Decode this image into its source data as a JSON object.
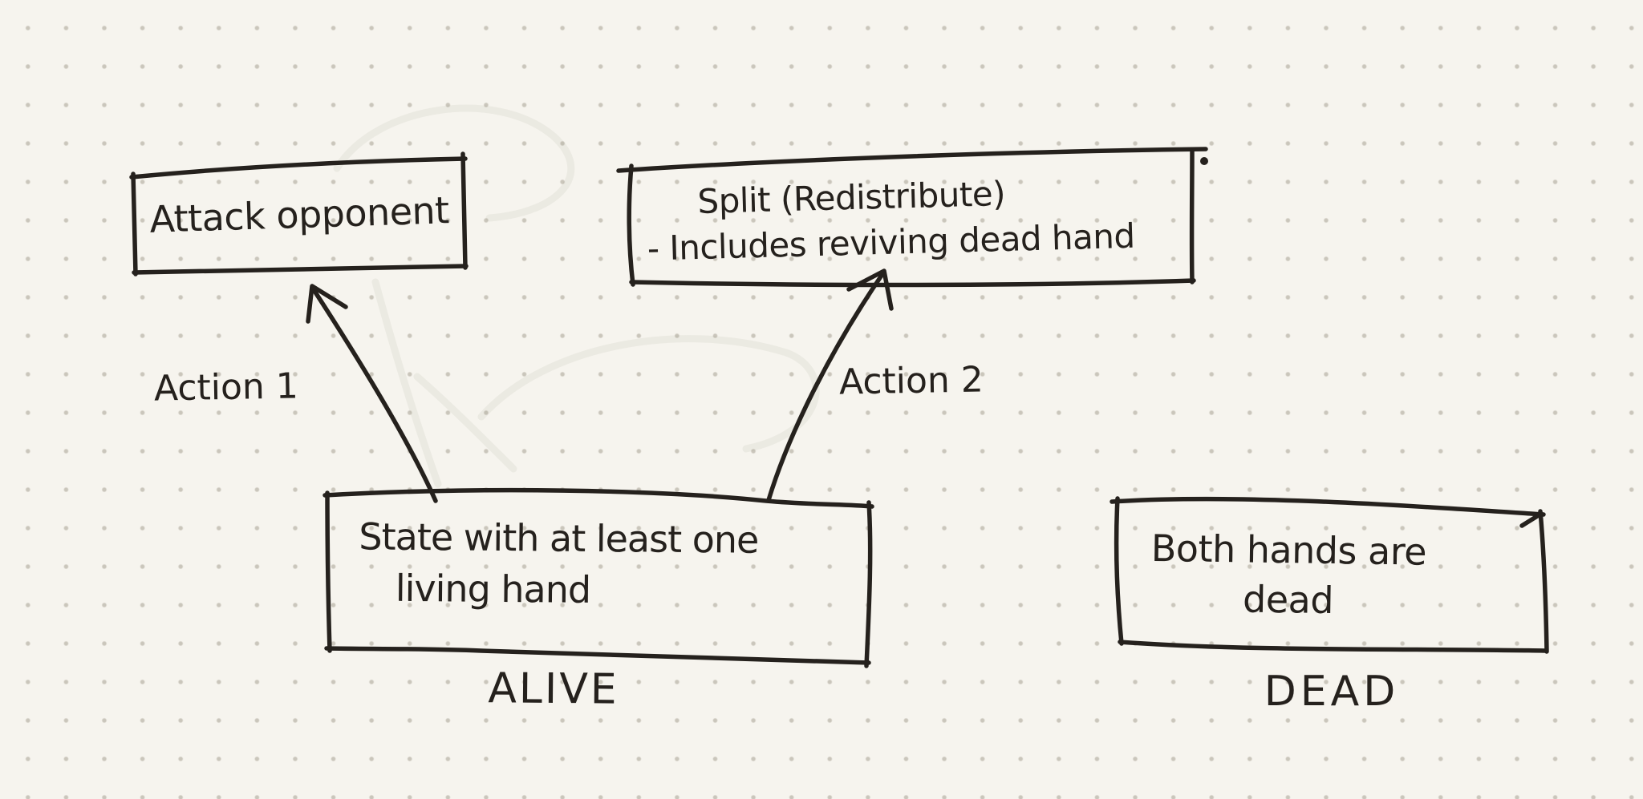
{
  "colors": {
    "paper": "#f6f4ee",
    "ink": "#25211d",
    "dot_grid": "#958e7e"
  },
  "nodes": {
    "attack": {
      "label": "Attack opponent"
    },
    "split": {
      "line1": "Split (Redistribute)",
      "line2": "- Includes reviving dead hand"
    },
    "alive": {
      "line1": "State with at least one",
      "line2": "living hand",
      "caption": "ALIVE"
    },
    "dead": {
      "line1": "Both hands are",
      "line2": "dead",
      "caption": "DEAD"
    }
  },
  "edges": {
    "action1": {
      "label": "Action 1",
      "from": "alive-state",
      "to": "attack-opponent"
    },
    "action2": {
      "label": "Action 2",
      "from": "alive-state",
      "to": "split-redistribute"
    }
  }
}
